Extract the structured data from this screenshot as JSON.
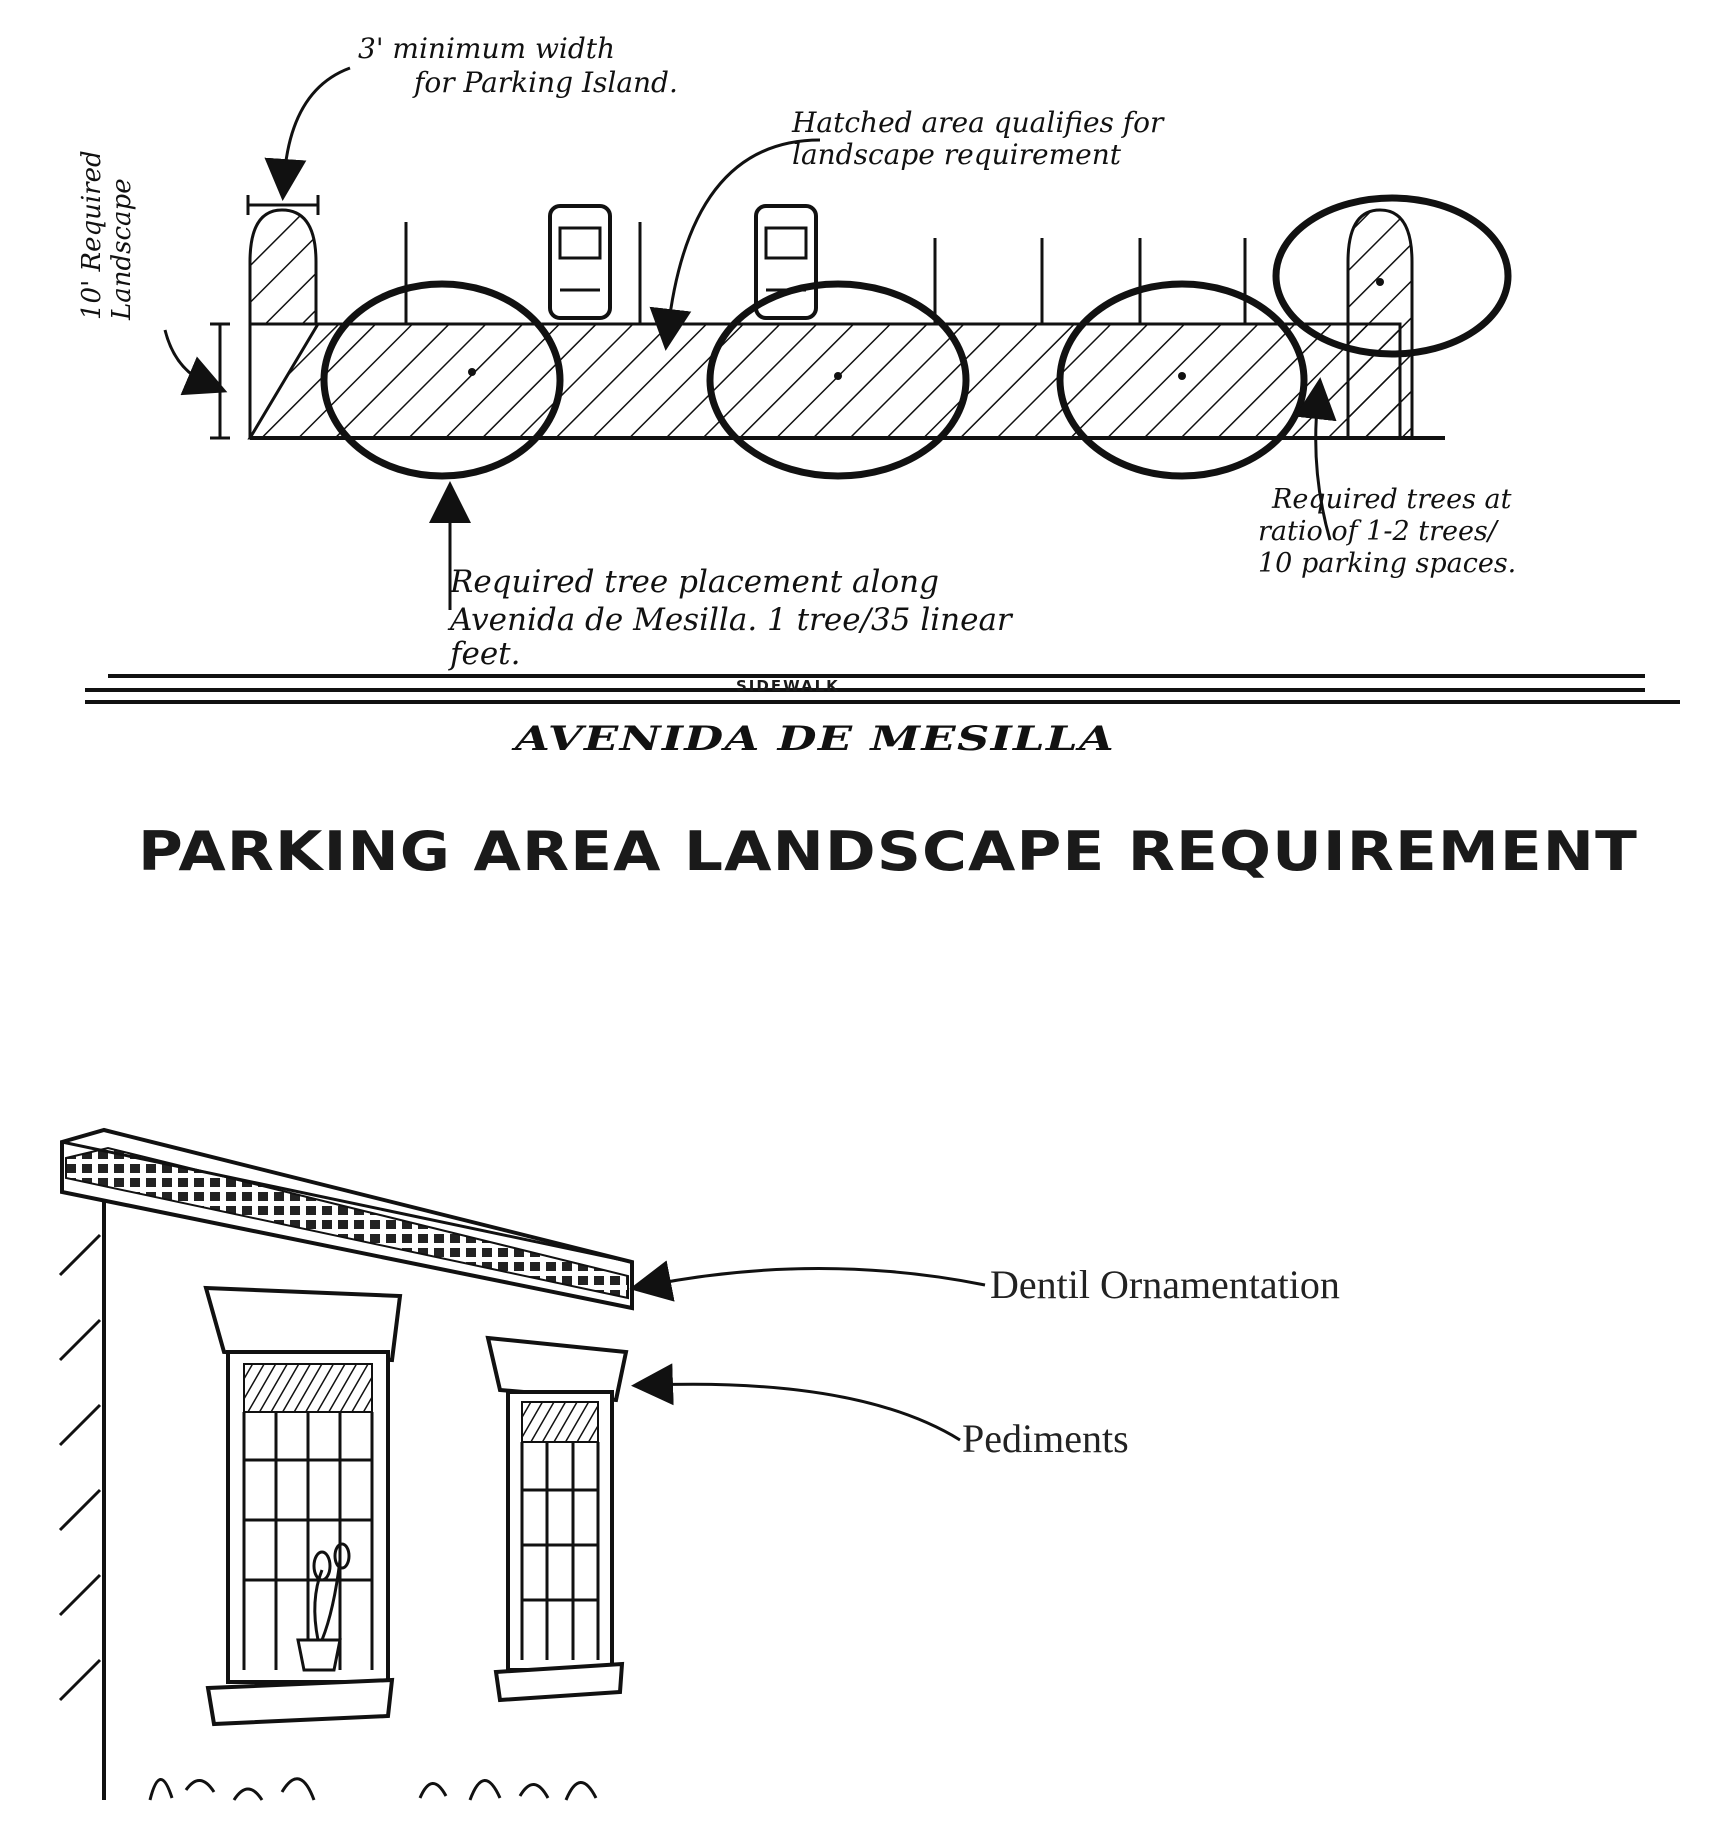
{
  "parking_sketch": {
    "note_min_width": [
      "3' minimum width",
      "for Parking Island."
    ],
    "note_hatched": [
      "Hatched area qualifies for",
      "landscape requirement"
    ],
    "note_setback": [
      "10' Required",
      "Landscape"
    ],
    "note_tree_ratio": [
      "Required trees at",
      "ratio of 1-2 trees/",
      "10 parking spaces."
    ],
    "note_tree_placement": [
      "Required tree placement along",
      "Avenida de Mesilla. 1 tree/35 linear",
      "feet."
    ],
    "sidewalk_label": "SIDEWALK",
    "street_label": "AVENIDA DE MESILLA",
    "title": "PARKING AREA LANDSCAPE REQUIREMENT"
  },
  "facade_sketch": {
    "label_dentil": "Dentil Ornamentation",
    "label_pediments": "Pediments"
  }
}
